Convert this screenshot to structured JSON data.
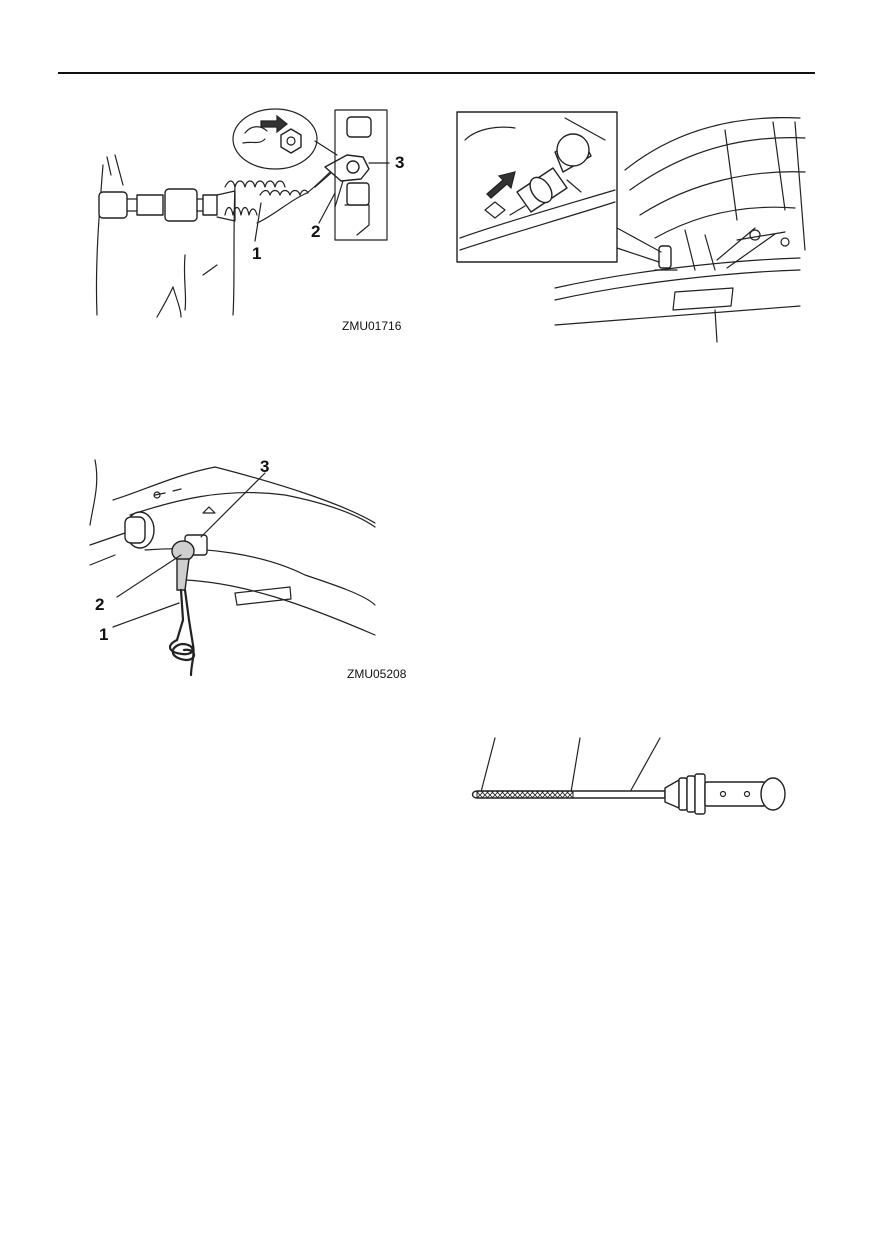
{
  "figures": {
    "belt_lanyard": {
      "code": "ZMU01716",
      "callouts": [
        "1",
        "2",
        "3"
      ]
    },
    "tiller_lanyard": {
      "code": "ZMU05208",
      "callouts": [
        "1",
        "2",
        "3"
      ]
    },
    "engine_clip": {},
    "dipstick": {}
  },
  "icons": {
    "push_arrow": "push-arrow-icon",
    "tighten_arrow": "tighten-arrow-icon"
  }
}
